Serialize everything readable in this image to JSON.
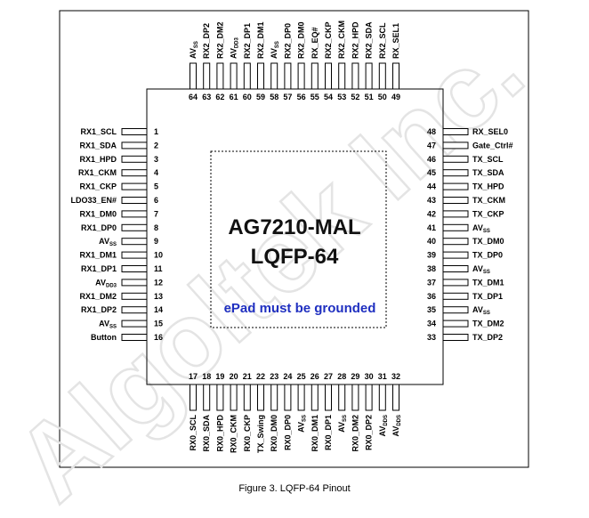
{
  "watermark": "Algoltek Inc.",
  "chip": {
    "name": "AG7210-MAL",
    "package": "LQFP-64",
    "epad_note": "ePad must be grounded"
  },
  "caption": "Figure 3. LQFP-64 Pinout",
  "pins": {
    "left": [
      {
        "num": "1",
        "label": "RX1_SCL"
      },
      {
        "num": "2",
        "label": "RX1_SDA"
      },
      {
        "num": "3",
        "label": "RX1_HPD"
      },
      {
        "num": "4",
        "label": "RX1_CKM"
      },
      {
        "num": "5",
        "label": "RX1_CKP"
      },
      {
        "num": "6",
        "label": "LDO33_EN#"
      },
      {
        "num": "7",
        "label": "RX1_DM0"
      },
      {
        "num": "8",
        "label": "RX1_DP0"
      },
      {
        "num": "9",
        "label": "AV",
        "sub": "SS"
      },
      {
        "num": "10",
        "label": "RX1_DM1"
      },
      {
        "num": "11",
        "label": "RX1_DP1"
      },
      {
        "num": "12",
        "label": "AV",
        "sub": "DD3"
      },
      {
        "num": "13",
        "label": "RX1_DM2"
      },
      {
        "num": "14",
        "label": "RX1_DP2"
      },
      {
        "num": "15",
        "label": "AV",
        "sub": "SS"
      },
      {
        "num": "16",
        "label": "Button"
      }
    ],
    "right": [
      {
        "num": "48",
        "label": "RX_SEL0"
      },
      {
        "num": "47",
        "label": "Gate_Ctrl#"
      },
      {
        "num": "46",
        "label": "TX_SCL"
      },
      {
        "num": "45",
        "label": "TX_SDA"
      },
      {
        "num": "44",
        "label": "TX_HPD"
      },
      {
        "num": "43",
        "label": "TX_CKM"
      },
      {
        "num": "42",
        "label": "TX_CKP"
      },
      {
        "num": "41",
        "label": "AV",
        "sub": "SS"
      },
      {
        "num": "40",
        "label": "TX_DM0"
      },
      {
        "num": "39",
        "label": "TX_DP0"
      },
      {
        "num": "38",
        "label": "AV",
        "sub": "SS"
      },
      {
        "num": "37",
        "label": "TX_DM1"
      },
      {
        "num": "36",
        "label": "TX_DP1"
      },
      {
        "num": "35",
        "label": "AV",
        "sub": "SS"
      },
      {
        "num": "34",
        "label": "TX_DM2"
      },
      {
        "num": "33",
        "label": "TX_DP2"
      }
    ],
    "top": [
      {
        "num": "64",
        "label": "AV",
        "sub": "SS"
      },
      {
        "num": "63",
        "label": "RX2_DP2"
      },
      {
        "num": "62",
        "label": "RX2_DM2"
      },
      {
        "num": "61",
        "label": "AV",
        "sub": "DD3"
      },
      {
        "num": "60",
        "label": "RX2_DP1"
      },
      {
        "num": "59",
        "label": "RX2_DM1"
      },
      {
        "num": "58",
        "label": "AV",
        "sub": "SS"
      },
      {
        "num": "57",
        "label": "RX2_DP0"
      },
      {
        "num": "56",
        "label": "RX2_DM0"
      },
      {
        "num": "55",
        "label": "RX_EQ#"
      },
      {
        "num": "54",
        "label": "RX2_CKP"
      },
      {
        "num": "53",
        "label": "RX2_CKM"
      },
      {
        "num": "52",
        "label": "RX2_HPD"
      },
      {
        "num": "51",
        "label": "RX2_SDA"
      },
      {
        "num": "50",
        "label": "RX2_SCL"
      },
      {
        "num": "49",
        "label": "RX_SEL1"
      }
    ],
    "bottom": [
      {
        "num": "17",
        "label": "RX0_SCL"
      },
      {
        "num": "18",
        "label": "RX0_SDA"
      },
      {
        "num": "19",
        "label": "RX0_HPD"
      },
      {
        "num": "20",
        "label": "RX0_CKM"
      },
      {
        "num": "21",
        "label": "RX0_CKP"
      },
      {
        "num": "22",
        "label": "TX_Swing"
      },
      {
        "num": "23",
        "label": "RX0_DM0"
      },
      {
        "num": "24",
        "label": "RX0_DP0"
      },
      {
        "num": "25",
        "label": "AV",
        "sub": "SS"
      },
      {
        "num": "26",
        "label": "RX0_DM1"
      },
      {
        "num": "27",
        "label": "RX0_DP1"
      },
      {
        "num": "28",
        "label": "AV",
        "sub": "SS"
      },
      {
        "num": "29",
        "label": "RX0_DM2"
      },
      {
        "num": "30",
        "label": "RX0_DP2"
      },
      {
        "num": "31",
        "label": "AV",
        "sub": "DDS"
      },
      {
        "num": "32",
        "label": "AV",
        "sub": "DDS"
      }
    ]
  }
}
